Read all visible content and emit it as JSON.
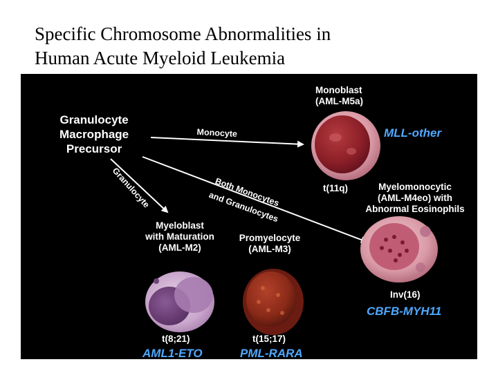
{
  "title": {
    "line1": "Specific Chromosome Abnormalities in",
    "line2": "Human Acute Myeloid Leukemia"
  },
  "precursor": {
    "line1": "Granulocyte",
    "line2": "Macrophage",
    "line3": "Precursor"
  },
  "arrow_labels": {
    "monocyte": "Monocyte",
    "granulocyte": "Granulocyte",
    "both_line1": "Both Monocytes",
    "both_line2": "and Granulocytes"
  },
  "cells": {
    "monoblast": {
      "name": "Monoblast",
      "subtype": "(AML-M5a)",
      "abnormality": "t(11q)",
      "gene": "MLL-other"
    },
    "myelomonocytic": {
      "line1": "Myelomonocytic",
      "line2": "(AML-M4eo) with",
      "line3": "Abnormal Eosinophils",
      "abnormality": "Inv(16)",
      "gene": "CBFB-MYH11"
    },
    "myeloblast": {
      "line1": "Myeloblast",
      "line2": "with Maturation",
      "line3": "(AML-M2)",
      "abnormality": "t(8;21)",
      "gene": "AML1-ETO"
    },
    "promyelocyte": {
      "line1": "Promyelocyte",
      "line2": "(AML-M3)",
      "abnormality": "t(15;17)",
      "gene": "PML-RARA"
    }
  },
  "colors": {
    "gene_label": "#4fa8ff",
    "figure_background": "#000000"
  }
}
